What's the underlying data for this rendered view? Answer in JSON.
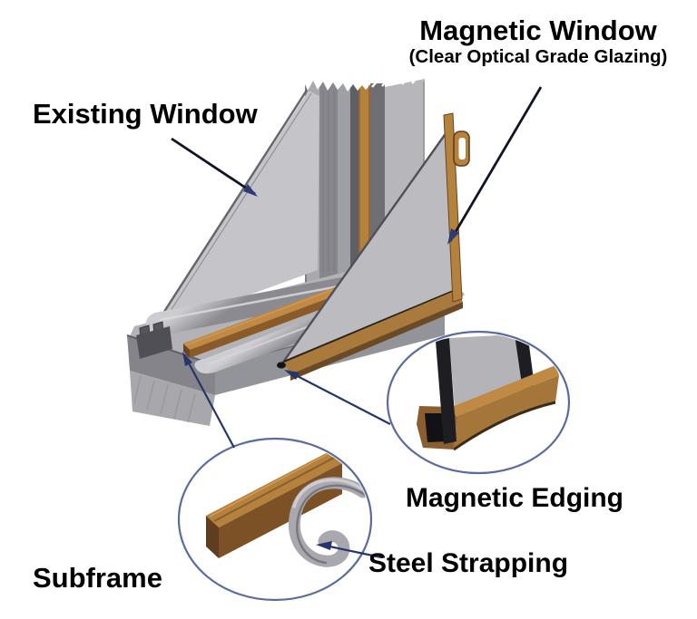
{
  "labels": {
    "existing_window": "Existing Window",
    "magnetic_window_title": "Magnetic Window",
    "magnetic_window_subtitle": "(Clear Optical Grade Glazing)",
    "magnetic_edging": "Magnetic Edging",
    "subframe": "Subframe",
    "steel_strapping": "Steel Strapping"
  },
  "colors": {
    "label_text": "#000000",
    "arrow_line": "#111426",
    "arrow_head": "#2c3a75",
    "callout_ring": "#5c6b9e",
    "glass_gray": "#c5c5c9",
    "magnetic_glass_gray": "#bcbcc0",
    "frame_light_gray": "#b7b7bb",
    "frame_mid_gray": "#93939a",
    "wood_light": "#c08a44",
    "wood_mid": "#a5763a",
    "wood_dark": "#7a5226",
    "magnet_black": "#1d1d22",
    "steel_gray": "#a8a8ae",
    "background": "#ffffff"
  },
  "icons": {
    "callout_circle": "detail-callout-circle",
    "leader_arrow": "leader-arrow"
  }
}
